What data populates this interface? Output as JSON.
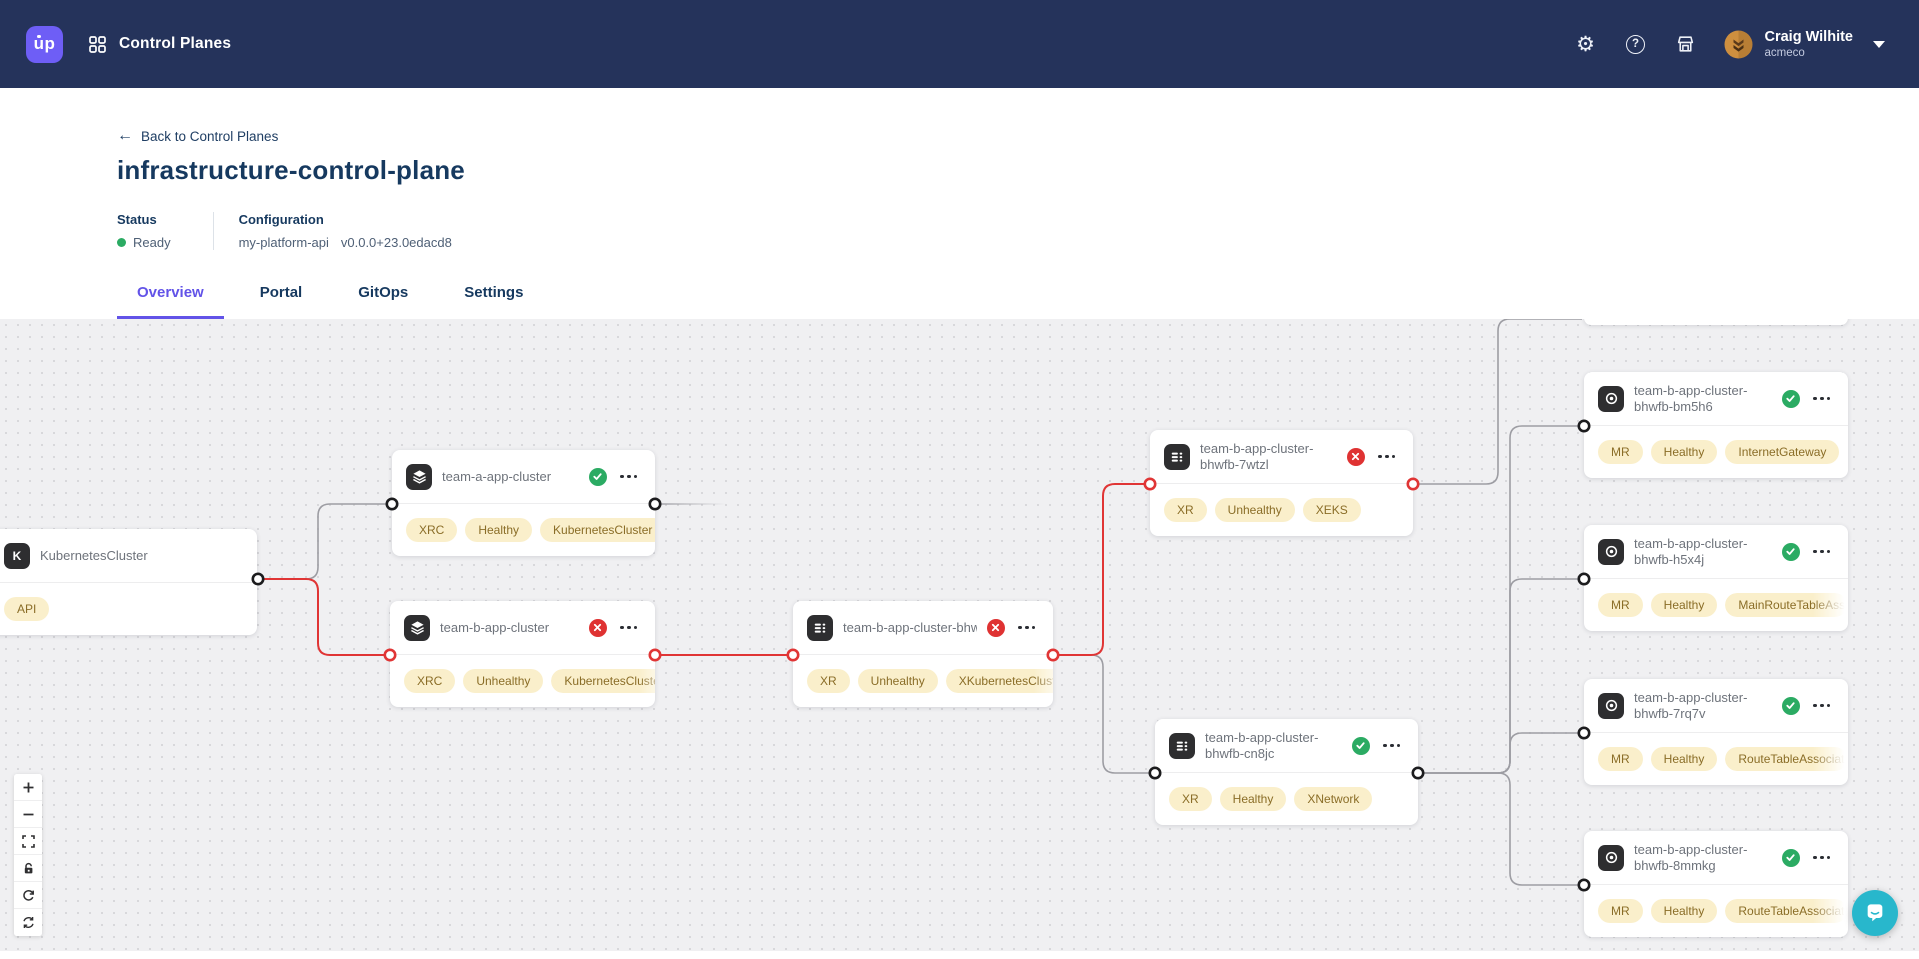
{
  "navbar": {
    "logo_text": "up",
    "app_title": "Control Planes",
    "icons": [
      "apps-grid-icon",
      "settings-icon",
      "help-icon",
      "marketplace-icon",
      "caret-down-icon"
    ],
    "user": {
      "name": "Craig Wilhite",
      "org": "acmeco"
    }
  },
  "header": {
    "back_link": "Back to Control Planes",
    "title": "infrastructure-control-plane",
    "status": {
      "label": "Status",
      "value": "Ready"
    },
    "configuration": {
      "label": "Configuration",
      "name": "my-platform-api",
      "version": "v0.0.0+23.0edacd8"
    }
  },
  "tabs": [
    {
      "label": "Overview",
      "active": true
    },
    {
      "label": "Portal",
      "active": false
    },
    {
      "label": "GitOps",
      "active": false
    },
    {
      "label": "Settings",
      "active": false
    }
  ],
  "canvas": {
    "nodes": [
      {
        "title": "KubernetesCluster",
        "type": "kubernetes-cluster",
        "status": null,
        "badges": [
          "API"
        ]
      },
      {
        "title": "team-a-app-cluster",
        "type": "claim",
        "status": "healthy",
        "badges": [
          "XRC",
          "Healthy",
          "KubernetesCluster"
        ]
      },
      {
        "title": "team-b-app-cluster",
        "type": "claim",
        "status": "unhealthy",
        "badges": [
          "XRC",
          "Unhealthy",
          "KubernetesCluster"
        ]
      },
      {
        "title": "team-b-app-cluster-bhwfb",
        "type": "composite",
        "status": "unhealthy",
        "badges": [
          "XR",
          "Unhealthy",
          "XKubernetesCluster"
        ]
      },
      {
        "title": "team-b-app-cluster-bhwfb-7wtzl",
        "type": "composite",
        "status": "unhealthy",
        "badges": [
          "XR",
          "Unhealthy",
          "XEKS"
        ]
      },
      {
        "title": "team-b-app-cluster-bhwfb-cn8jc",
        "type": "composite",
        "status": "healthy",
        "badges": [
          "XR",
          "Healthy",
          "XNetwork"
        ]
      },
      {
        "title": "team-b-app-cluster-bhwfb-bm5h6",
        "type": "managed",
        "status": "healthy",
        "badges": [
          "MR",
          "Healthy",
          "InternetGateway"
        ]
      },
      {
        "title": "team-b-app-cluster-bhwfb-h5x4j",
        "type": "managed",
        "status": "healthy",
        "badges": [
          "MR",
          "Healthy",
          "MainRouteTableAssociation"
        ]
      },
      {
        "title": "team-b-app-cluster-bhwfb-7rq7v",
        "type": "managed",
        "status": "healthy",
        "badges": [
          "MR",
          "Healthy",
          "RouteTableAssociation"
        ]
      },
      {
        "title": "team-b-app-cluster-bhwfb-8mmkg",
        "type": "managed",
        "status": "healthy",
        "badges": [
          "MR",
          "Healthy",
          "RouteTableAssociation"
        ]
      }
    ],
    "controls": [
      "zoom-in",
      "zoom-out",
      "fit-view",
      "lock",
      "reset",
      "sync"
    ]
  },
  "colors": {
    "navbar_bg": "#25335B",
    "accent_purple": "#6253E8",
    "logo_purple": "#6E5EF6",
    "healthy_green": "#2BAB63",
    "unhealthy_red": "#DF3232",
    "edge_red": "#E03535",
    "edge_gray": "#9D9DA3",
    "badge_bg": "#FAEFCB",
    "badge_text": "#8A6D27",
    "intercom_teal": "#28B7CC"
  }
}
